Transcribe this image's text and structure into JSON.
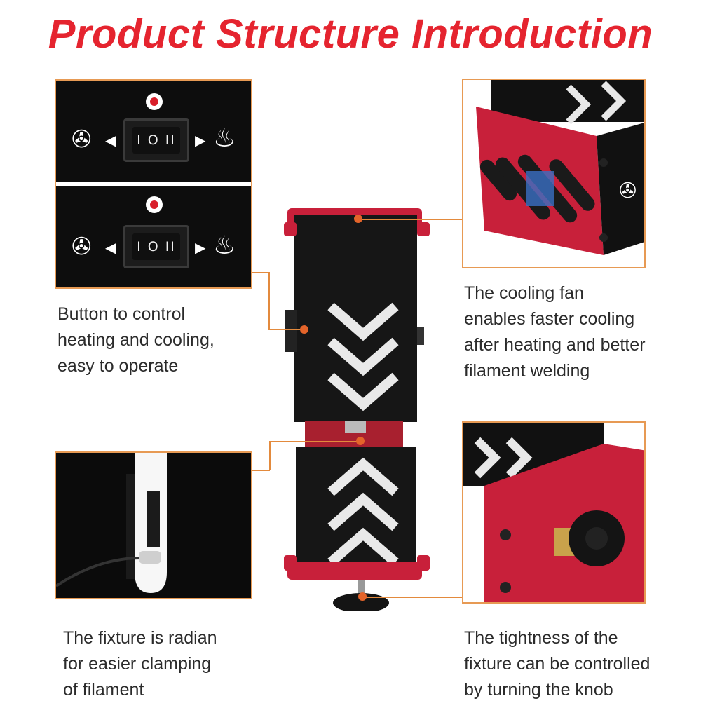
{
  "title": "Product Structure Introduction",
  "switch_panel": {
    "fan_icon": "fan-icon",
    "heat_icon": "flame-icon",
    "rocker_label": "I O II",
    "indicator": "red-indicator-light"
  },
  "captions": {
    "button": "Button to control\nheating and cooling,\neasy to operate",
    "fan": "The cooling fan\nenables faster cooling\nafter heating and better\nfilament welding",
    "fixture": "The fixture is radian\nfor easier clamping\nof filament",
    "knob": "The tightness of the\nfixture can be controlled\nby turning the knob"
  },
  "colors": {
    "title": "#e5242f",
    "accent_red": "#c8203a",
    "leader": "#e38a3d",
    "body": "#111111"
  }
}
